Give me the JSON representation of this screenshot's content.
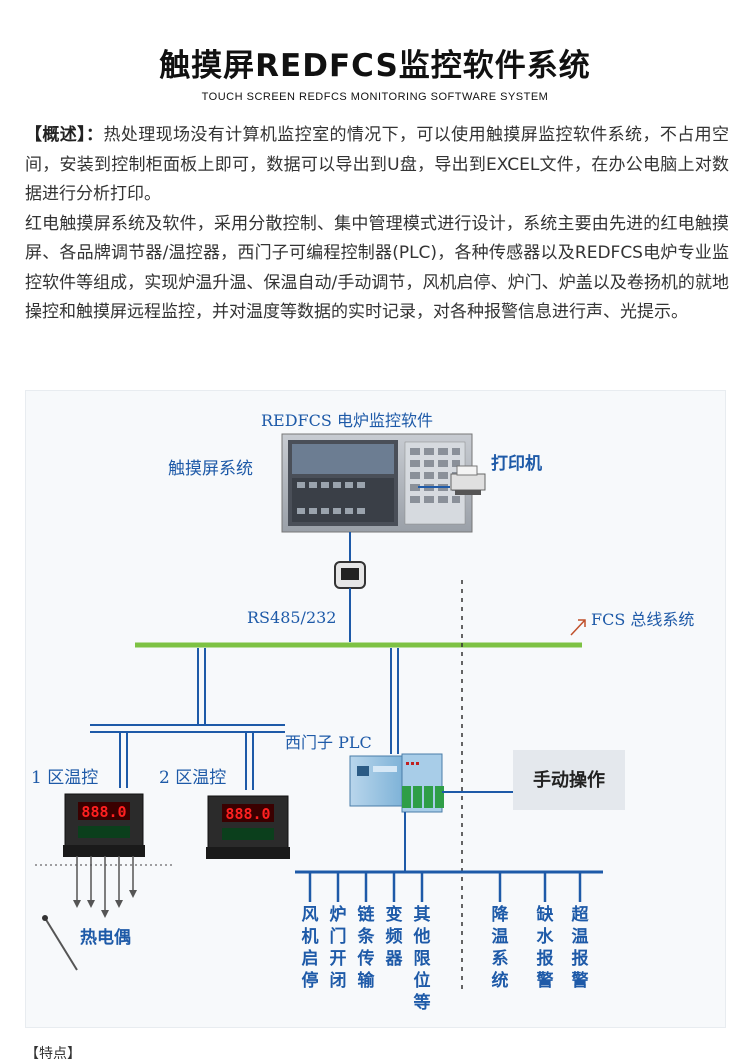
{
  "page": {
    "title": "触摸屏REDFCS监控软件系统",
    "subtitle": "TOUCH SCREEN REDFCS MONITORING SOFTWARE SYSTEM"
  },
  "intro": {
    "label": "【概述】：",
    "para1": "热处理现场没有计算机监控室的情况下，可以使用触摸屏监控软件系统，不占用空间，安装到控制柜面板上即可，数据可以导出到U盘，导出到EXCEL文件，在办公电脑上对数据进行分析打印。",
    "para2": "红电触摸屏系统及软件，采用分散控制、集中管理模式进行设计，系统主要由先进的红电触摸屏、各品牌调节器/温控器，西门子可编程控制器(PLC)，各种传感器以及REDFCS电炉专业监控软件等组成，实现炉温升温、保温自动/手动调节，风机启停、炉门、炉盖以及卷扬机的就地操控和触摸屏远程监控，并对温度等数据的实时记录，对各种报警信息进行声、光提示。"
  },
  "diagram": {
    "software_label": "REDFCS 电炉监控软件",
    "touchscreen_label": "触摸屏系统",
    "printer_label": "打印机",
    "rs485_label": "RS485/232",
    "fcs_label": "FCS 总线系统",
    "plc_label": "西门子 PLC",
    "manual_label": "手动操作",
    "zone1_label": "1 区温控",
    "zone2_label": "2 区温控",
    "controller_display": "888.0",
    "thermocouple_label": "热电偶",
    "outputs": [
      "风机启停",
      "炉门开闭",
      "链条传输",
      "变频器",
      "其他限位等",
      "降温系统",
      "缺水报警",
      "超温报警"
    ],
    "colors": {
      "blue": "#1e5aa8",
      "bus_green": "#7dc243",
      "arrow": "#c0502a"
    }
  },
  "footer": {
    "fragment": "【特点】"
  }
}
